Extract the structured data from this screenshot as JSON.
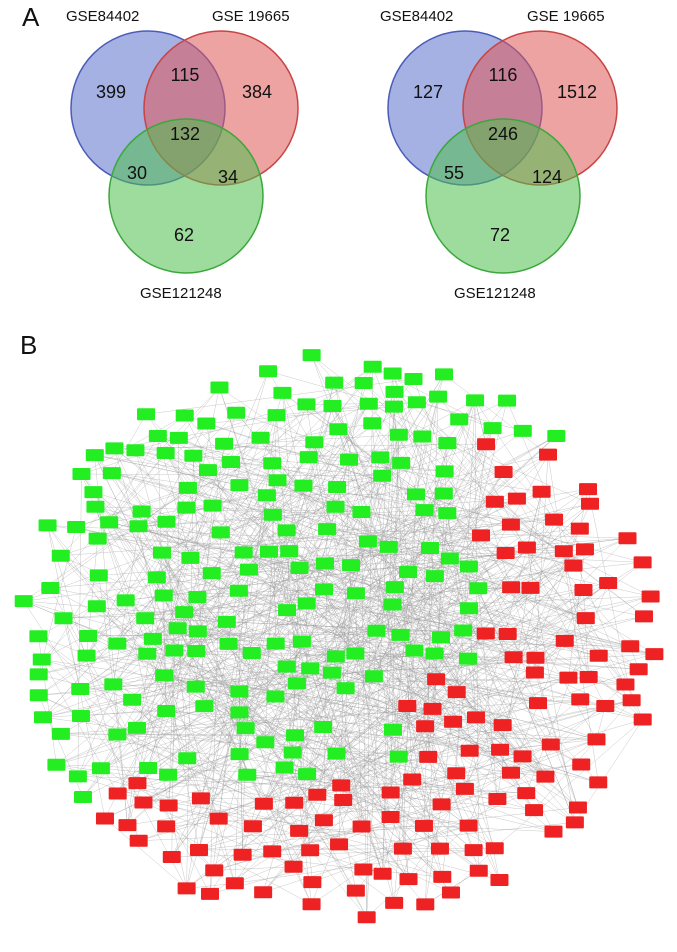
{
  "panels": {
    "a": "A",
    "b": "B"
  },
  "venns": [
    {
      "sets": [
        "GSE84402",
        "GSE 19665",
        "GSE121248"
      ],
      "regions": {
        "only_a": "399",
        "only_b": "384",
        "only_c": "62",
        "ab": "115",
        "ac": "30",
        "bc": "34",
        "abc": "132"
      }
    },
    {
      "sets": [
        "GSE84402",
        "GSE 19665",
        "GSE121248"
      ],
      "regions": {
        "only_a": "127",
        "only_b": "1512",
        "only_c": "72",
        "ab": "116",
        "ac": "55",
        "bc": "124",
        "abc": "246"
      }
    }
  ],
  "network": {
    "node_colors": {
      "down": "#22ee22",
      "up": "#ee2222"
    },
    "edge_color": "#9a9a9a",
    "down_count": 160,
    "up_count": 150
  },
  "colors": {
    "set_a": "#5b6fcc",
    "set_b": "#e05858",
    "set_c": "#4fbf4f"
  }
}
